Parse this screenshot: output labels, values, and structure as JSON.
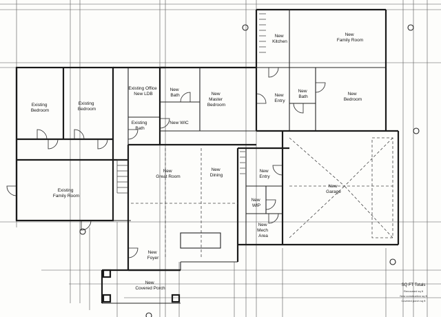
{
  "rooms": {
    "existing_bedroom_1": [
      "Existing",
      "Bedroom"
    ],
    "existing_bedroom_2": [
      "Existing",
      "Bedroom"
    ],
    "existing_office": [
      "Existing Office",
      "New LDB"
    ],
    "existing_bath": [
      "Existing",
      "Bath"
    ],
    "existing_family_room": [
      "Existing",
      "Family Room"
    ],
    "new_bath_1": [
      "New",
      "Bath"
    ],
    "new_master_bedroom": [
      "New",
      "Master",
      "Bedroom"
    ],
    "new_wic": [
      "New WIC"
    ],
    "new_kitchen": [
      "New",
      "Kitchen"
    ],
    "new_family_room": [
      "New",
      "Family Room"
    ],
    "new_entry_1": [
      "New",
      "Entry"
    ],
    "new_bath_2": [
      "New",
      "Bath"
    ],
    "new_bedroom": [
      "New",
      "Bedroom"
    ],
    "new_great_room": [
      "New",
      "Great Room"
    ],
    "new_dining": [
      "New",
      "Dining"
    ],
    "new_entry_2": [
      "New",
      "Entry"
    ],
    "new_wip": [
      "New",
      "WIP"
    ],
    "new_mech_area": [
      "New",
      "Mech",
      "Area"
    ],
    "new_garage": [
      "New",
      "Garage"
    ],
    "new_foyer": [
      "New",
      "Foyer"
    ],
    "new_covered_porch": [
      "New",
      "Covered Porch"
    ]
  },
  "notes": {
    "totals_title": "SQ FT Totals",
    "totals_line1": "Renovated sq ft",
    "totals_line2": "New construction sq ft",
    "totals_line3": "Covered porch sq ft"
  }
}
